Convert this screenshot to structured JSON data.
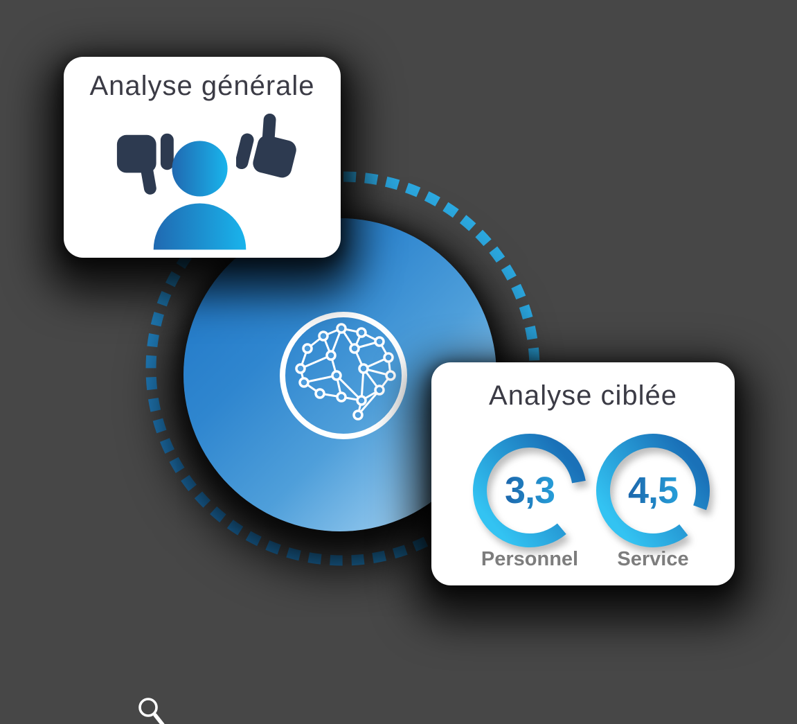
{
  "colors": {
    "background": "#474747",
    "card_background": "#ffffff",
    "accent_dark_blue": "#1a71b8",
    "accent_cyan": "#2fbcee",
    "dash_blue": "#2195d5",
    "thumb_navy": "#2d3a50",
    "title_text": "#3b3b45",
    "label_gray": "#7d7d7d",
    "value_gradient_start": "#174e98",
    "value_gradient_end": "#2bb6ec"
  },
  "general_card": {
    "title": "Analyse générale",
    "icons": [
      "thumbs-down-icon",
      "person-icon",
      "thumbs-up-icon"
    ]
  },
  "center_circle": {
    "icon": "brain-network-icon"
  },
  "targeted_card": {
    "title": "Analyse ciblée",
    "gauges": [
      {
        "value": "3,3",
        "label": "Personnel"
      },
      {
        "value": "4,5",
        "label": "Service"
      }
    ]
  },
  "footer": {
    "icon": "magnifier-icon"
  },
  "chart_data": [
    {
      "type": "donut-gauge",
      "title": "Personnel",
      "value": 3.3,
      "max": 5,
      "display": "3,3"
    },
    {
      "type": "donut-gauge",
      "title": "Service",
      "value": 4.5,
      "max": 5,
      "display": "4,5"
    }
  ]
}
